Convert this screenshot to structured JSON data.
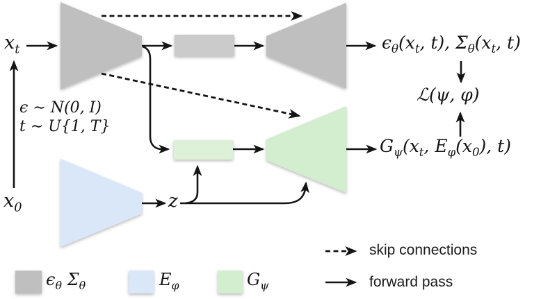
{
  "colors": {
    "gray": "#bfbfbf",
    "gray_light": "#cbcbcb",
    "blue": "#d9e7f8",
    "green": "#d3edcf",
    "green_light": "#dcf1d7",
    "line": "#141414"
  },
  "nodes": {
    "x_t": "x_t",
    "x_0": "x_0",
    "z": "z"
  },
  "annotations": {
    "noise": "ϵ ∼ N(0, I)",
    "timestep": "t ∼ U{1, T}"
  },
  "outputs": {
    "teacher": "ϵ_θ(x_t, t), Σ_θ(x_t, t)",
    "loss": "ℒ(ψ, φ)",
    "student": "G_ψ(x_t, E_φ(x_0), t)"
  },
  "legend": {
    "teacher": "ϵ_θ Σ_θ",
    "encoder": "E_φ",
    "generator": "G_ψ",
    "skip": "skip connections",
    "forward": "forward pass"
  }
}
